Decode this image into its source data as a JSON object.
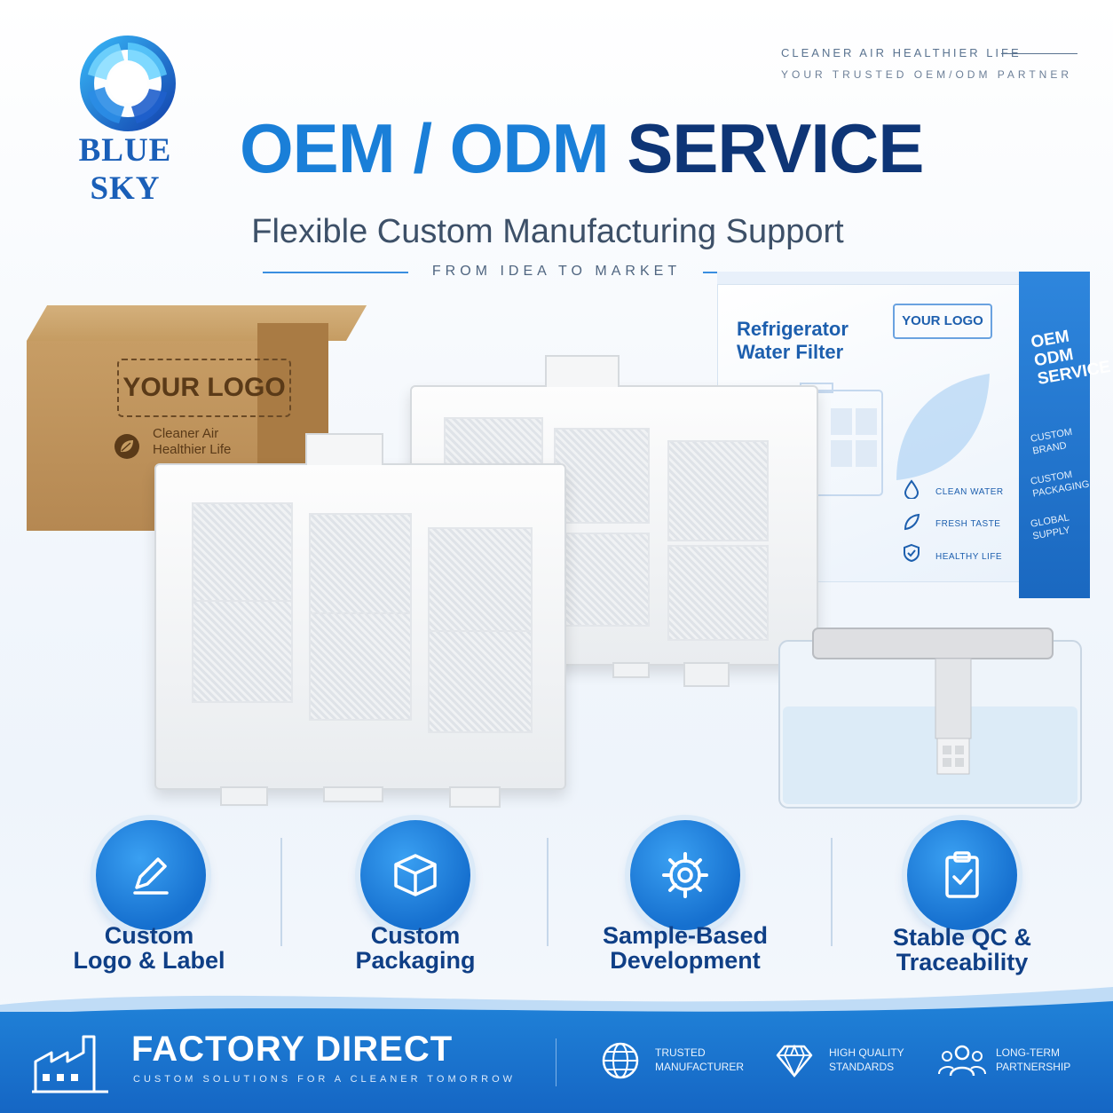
{
  "brand": {
    "name": "BLUE SKY"
  },
  "taglines": {
    "line1": "CLEANER AIR  HEALTHIER LIFE",
    "line2": "YOUR TRUSTED OEM/ODM PARTNER"
  },
  "headline": {
    "part1": "OEM / ODM ",
    "part2": "SERVICE"
  },
  "subtitle": "Flexible Custom Manufacturing Support",
  "divider_text": "FROM IDEA TO MARKET",
  "kraft_box": {
    "logo": "YOUR LOGO",
    "line1": "Cleaner Air",
    "line2": "Healthier Life"
  },
  "retail_box": {
    "title_line1": "Refrigerator",
    "title_line2": "Water Filter",
    "logo": "YOUR LOGO",
    "features": [
      "CLEAN WATER",
      "FRESH TASTE",
      "HEALTHY LIFE"
    ],
    "side_title": [
      "OEM",
      "ODM",
      "SERVICE"
    ],
    "side_items": [
      "CUSTOM BRAND",
      "CUSTOM PACKAGING",
      "GLOBAL SUPPLY"
    ]
  },
  "features": [
    {
      "icon": "pencil-icon",
      "line1": "Custom",
      "line2": "Logo & Label"
    },
    {
      "icon": "box-icon",
      "line1": "Custom",
      "line2": "Packaging"
    },
    {
      "icon": "gear-icon",
      "line1": "Sample-Based",
      "line2": "Development"
    },
    {
      "icon": "clipboard-check-icon",
      "line1": "Stable QC &",
      "line2": "Traceability"
    }
  ],
  "footer": {
    "title": "FACTORY DIRECT",
    "subtitle": "CUSTOM SOLUTIONS FOR A CLEANER TOMORROW",
    "badges": [
      {
        "icon": "globe-icon",
        "line1": "TRUSTED",
        "line2": "MANUFACTURER"
      },
      {
        "icon": "diamond-icon",
        "line1": "HIGH QUALITY",
        "line2": "STANDARDS"
      },
      {
        "icon": "people-icon",
        "line1": "LONG-TERM",
        "line2": "PARTNERSHIP"
      }
    ]
  },
  "colors": {
    "primary_blue": "#1a7fd8",
    "navy": "#0e3576",
    "band_blue": "#1f7fd6",
    "kraft": "#c59c62"
  }
}
